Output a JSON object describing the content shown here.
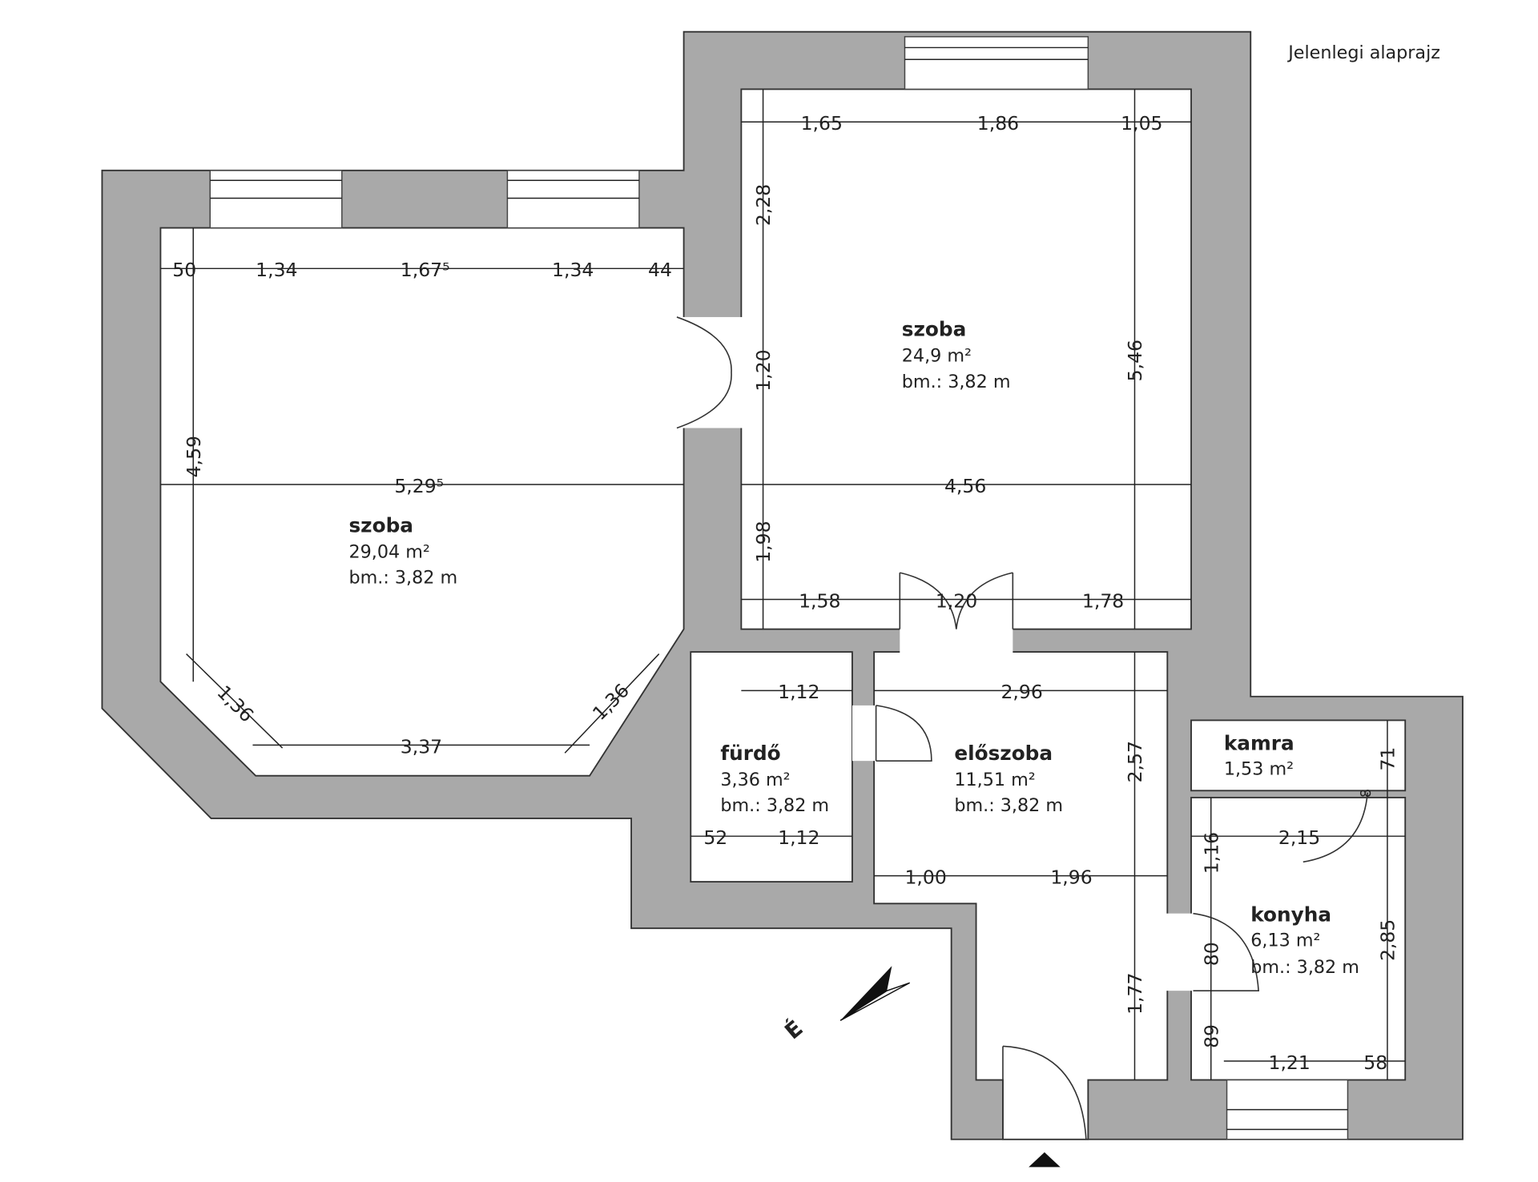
{
  "title": "Jelenlegi alaprajz",
  "rooms": {
    "szoba_left": {
      "name": "szoba",
      "area": "29,04 m²",
      "height": "bm.: 3,82 m"
    },
    "szoba_right": {
      "name": "szoba",
      "area": "24,9 m²",
      "height": "bm.: 3,82 m"
    },
    "furdo": {
      "name": "fürdő",
      "area": "3,36 m²",
      "height": "bm.: 3,82 m"
    },
    "eloszoba": {
      "name": "előszoba",
      "area": "11,51 m²",
      "height": "bm.: 3,82 m"
    },
    "kamra": {
      "name": "kamra",
      "area": "1,53 m²"
    },
    "konyha": {
      "name": "konyha",
      "area": "6,13 m²",
      "height": "bm.: 3,82 m"
    }
  },
  "dims": {
    "d1": "1,65",
    "d2": "1,86",
    "d3": "1,05",
    "d4": "2,28",
    "d5": "1,20",
    "d6": "5,46",
    "d7": "50",
    "d8": "1,34",
    "d9": "1,67⁵",
    "d10": "1,34",
    "d11": "44",
    "d12": "4,59",
    "d13": "5,29⁵",
    "d14": "4,56",
    "d15": "1,98",
    "d16": "1,58",
    "d17": "1,20",
    "d18": "1,78",
    "d19": "1,36",
    "d20": "3,37",
    "d21": "1,36",
    "d22": "1,12",
    "d23": "2,96",
    "d24": "2,57",
    "d25": "52",
    "d26": "1,12",
    "d27": "1,00",
    "d28": "1,96",
    "d29": "1,77",
    "d30": "71",
    "d31": "8",
    "d32": "1,16",
    "d33": "2,15",
    "d34": "80",
    "d35": "2,85",
    "d36": "89",
    "d37": "1,21",
    "d38": "58"
  },
  "compass": "É"
}
